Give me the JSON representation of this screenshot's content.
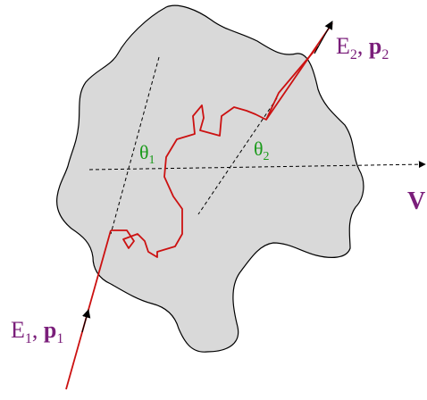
{
  "labels": {
    "in_energy": "E",
    "in_energy_sub": "1",
    "in_momentum": "p",
    "in_momentum_sub": "1",
    "out_energy": "E",
    "out_energy_sub": "2",
    "out_momentum": "p",
    "out_momentum_sub": "2",
    "theta1": "θ",
    "theta1_sub": "1",
    "theta2": "θ",
    "theta2_sub": "2",
    "velocity": "V",
    "separator": ", "
  },
  "colors": {
    "cloud_fill": "#d9d9d9",
    "path": "#cc1111",
    "label": "#7a1e7a",
    "angle": "#1a9a1a",
    "arrow": "#000000"
  }
}
